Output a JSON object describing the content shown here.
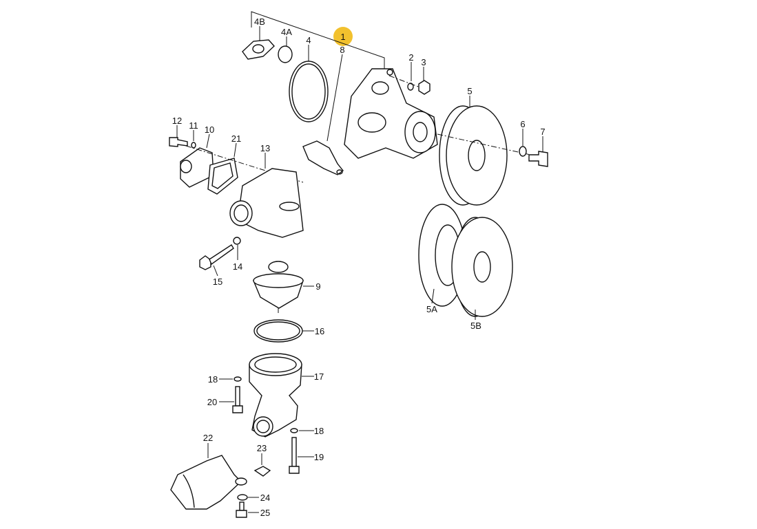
{
  "diagram": {
    "highlight_color": "#f2c12e",
    "highlighted_callout": "1",
    "callouts": {
      "c1": "1",
      "c2": "2",
      "c3": "3",
      "c4": "4",
      "c4a": "4A",
      "c4b": "4B",
      "c5": "5",
      "c5a": "5A",
      "c5b": "5B",
      "c6": "6",
      "c7": "7",
      "c8": "8",
      "c9": "9",
      "c10": "10",
      "c11": "11",
      "c12": "12",
      "c13": "13",
      "c14": "14",
      "c15": "15",
      "c16": "16",
      "c17": "17",
      "c18a": "18",
      "c18b": "18",
      "c19": "19",
      "c20": "20",
      "c21": "21",
      "c22": "22",
      "c23": "23",
      "c24": "24",
      "c25": "25"
    }
  }
}
